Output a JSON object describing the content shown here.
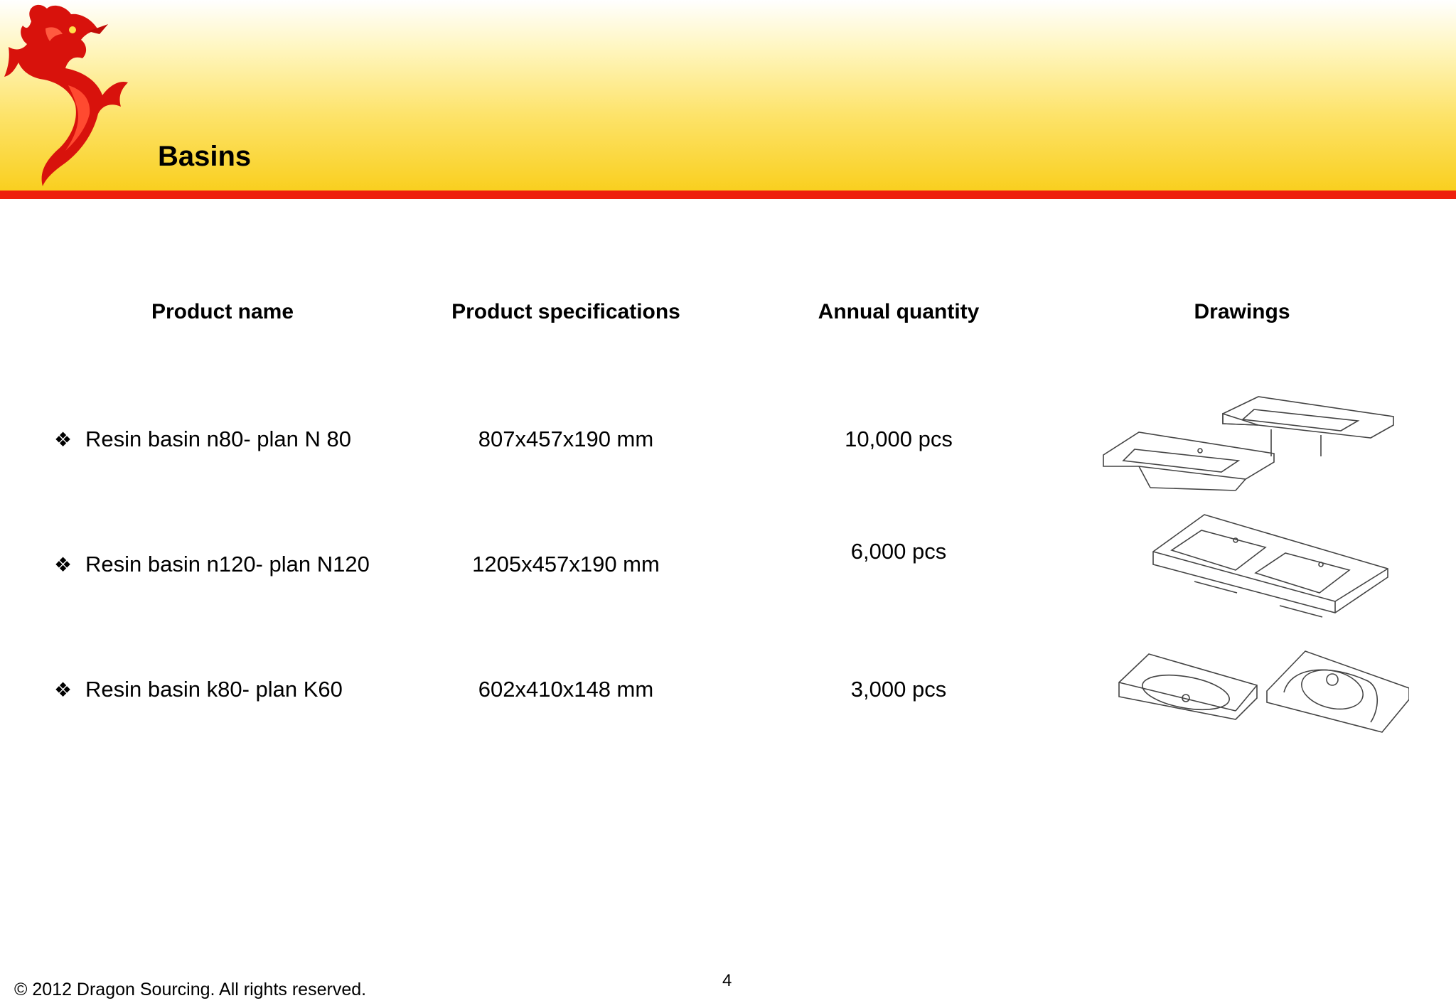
{
  "slide": {
    "title": "Basins",
    "page_number": "4",
    "footer": "© 2012 Dragon Sourcing. All rights reserved.",
    "logo_icon": "dragon-logo",
    "colors": {
      "accent_red": "#ee1f0c",
      "gradient_yellow": "#f9cf1e"
    }
  },
  "table": {
    "headers": [
      "Product name",
      "Product specifications",
      "Annual quantity",
      "Drawings"
    ],
    "rows": [
      {
        "name": "Resin basin n80- plan N 80",
        "spec": "807x457x190 mm",
        "qty": "10,000 pcs",
        "drawing": "single-basin-drawing"
      },
      {
        "name": "Resin basin n120- plan N120",
        "spec": "1205x457x190 mm",
        "qty": "6,000 pcs",
        "drawing": "double-basin-drawing"
      },
      {
        "name": "Resin basin k80- plan K60",
        "spec": "602x410x148 mm",
        "qty": "3,000 pcs",
        "drawing": "oval-basin-drawing"
      }
    ],
    "bullet_icon": "diamond-bullet"
  }
}
